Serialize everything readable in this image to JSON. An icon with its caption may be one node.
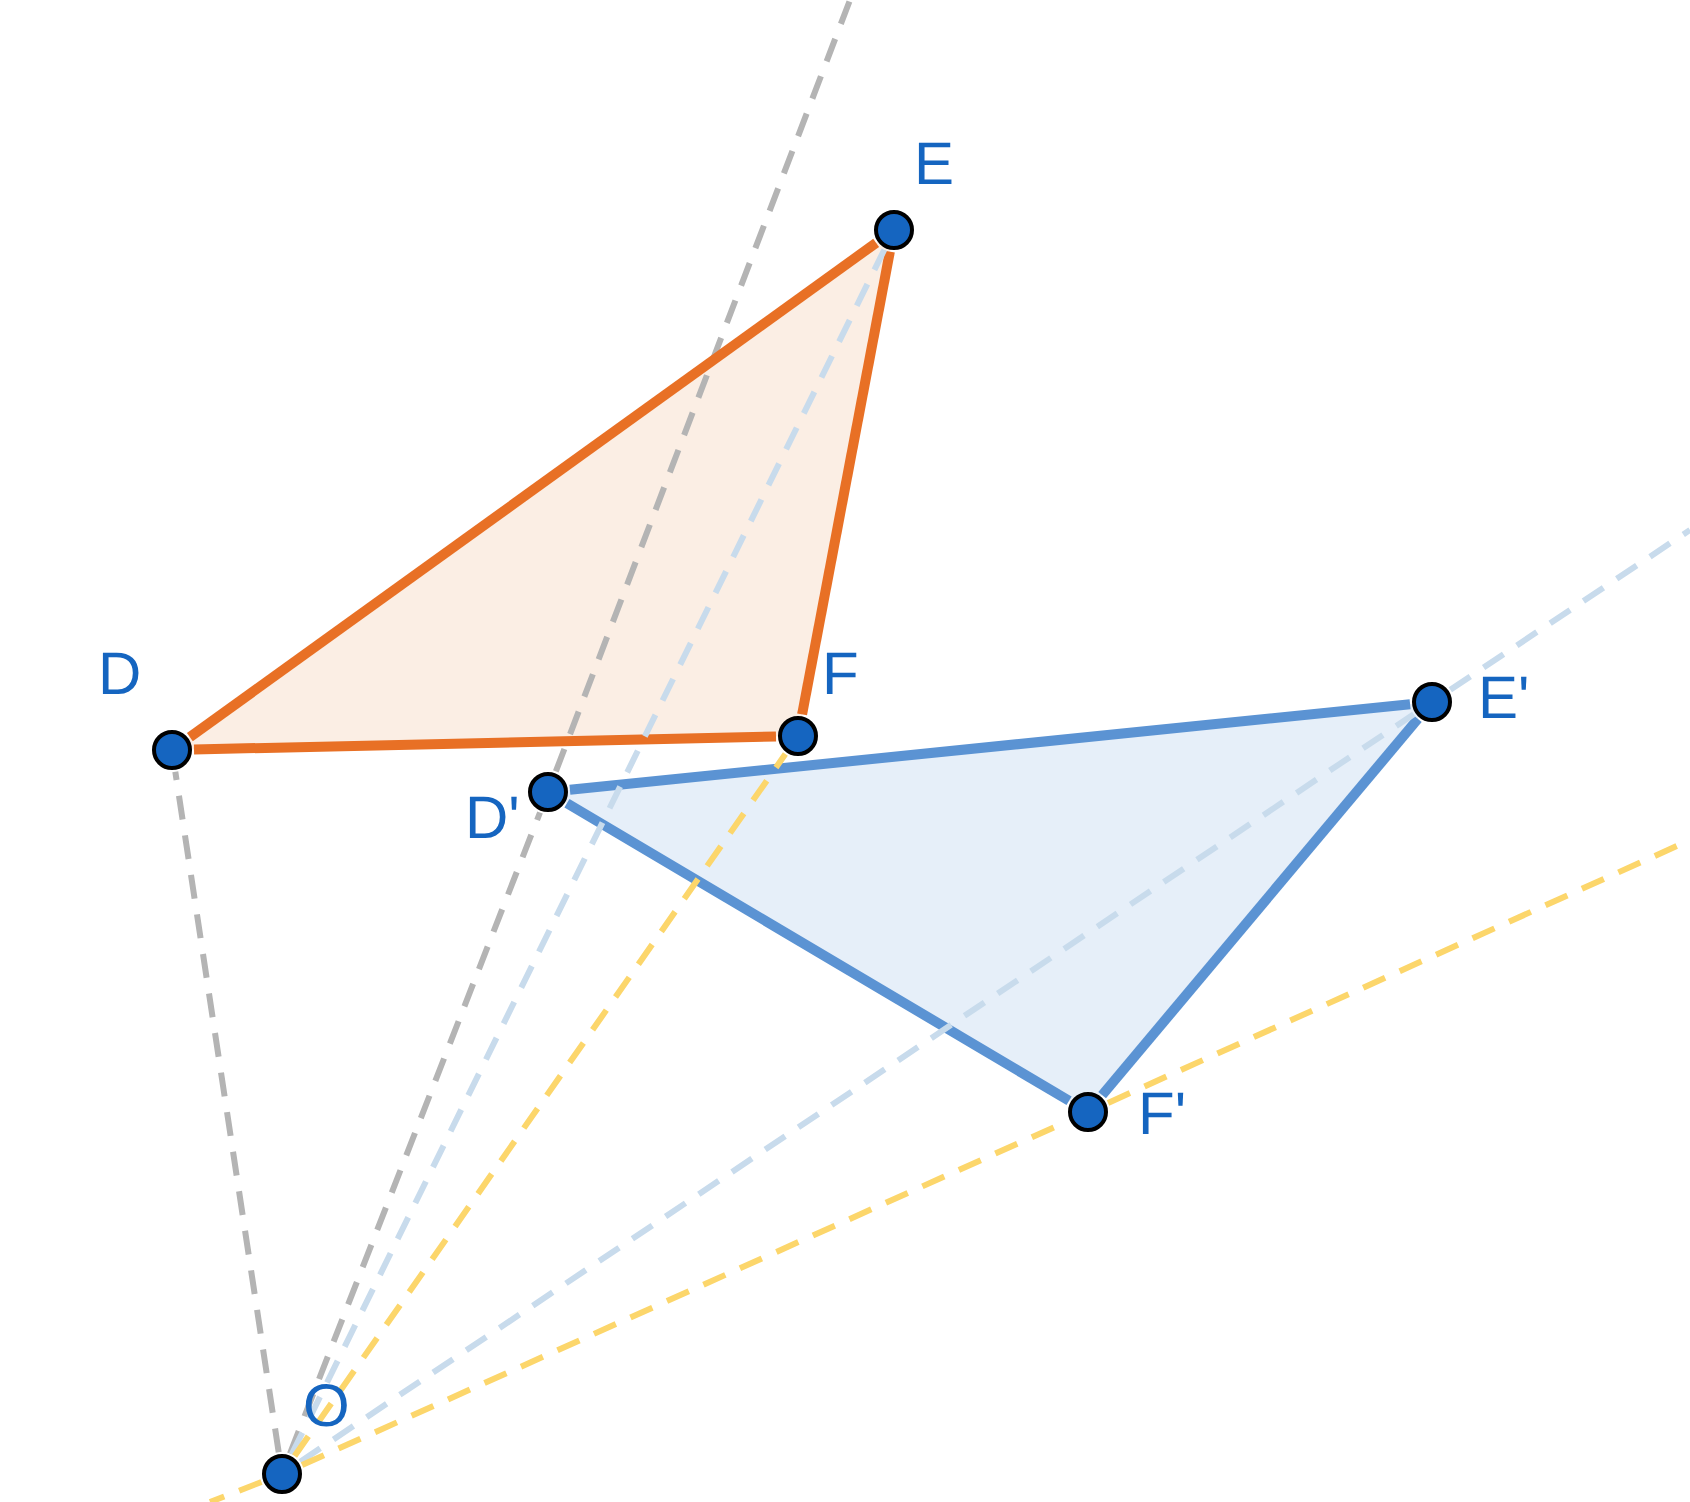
{
  "diagram": {
    "nodes": [
      {
        "text": [
          "D"
        ]
      },
      {
        "text": [
          "E"
        ]
      },
      {
        "text": [
          "F"
        ]
      },
      {
        "text": [
          "D'"
        ]
      },
      {
        "text": [
          "E'"
        ]
      },
      {
        "text": [
          "F'"
        ]
      },
      {
        "text": [
          "O"
        ]
      }
    ],
    "edges": [
      {
        "from": 0,
        "to": 1,
        "arrow": "none",
        "color": "#e87025"
      },
      {
        "from": 1,
        "to": 2,
        "arrow": "none",
        "color": "#e87025"
      },
      {
        "from": 2,
        "to": 0,
        "arrow": "none",
        "color": "#e87025"
      },
      {
        "from": 3,
        "to": 4,
        "arrow": "none",
        "color": "#5b93d3"
      },
      {
        "from": 4,
        "to": 5,
        "arrow": "none",
        "color": "#5b93d3"
      },
      {
        "from": 5,
        "to": 3,
        "arrow": "none",
        "color": "#5b93d3"
      },
      {
        "from": 6,
        "to": 0,
        "arrow": "none",
        "style": "dashed",
        "color": "#b4b4b4"
      },
      {
        "from": 6,
        "to": 3,
        "arrow": "none",
        "style": "dashed",
        "color": "#b4b4b4"
      },
      {
        "from": 6,
        "to": 1,
        "arrow": "none",
        "style": "dashed",
        "color": "#c8dbec"
      },
      {
        "from": 6,
        "to": 4,
        "arrow": "none",
        "style": "dashed",
        "color": "#c8dbec"
      },
      {
        "from": 6,
        "to": 2,
        "arrow": "none",
        "style": "dashed",
        "color": "#fcd66b"
      },
      {
        "from": 6,
        "to": 5,
        "arrow": "none",
        "style": "dashed",
        "color": "#fcd66b"
      }
    ]
  }
}
